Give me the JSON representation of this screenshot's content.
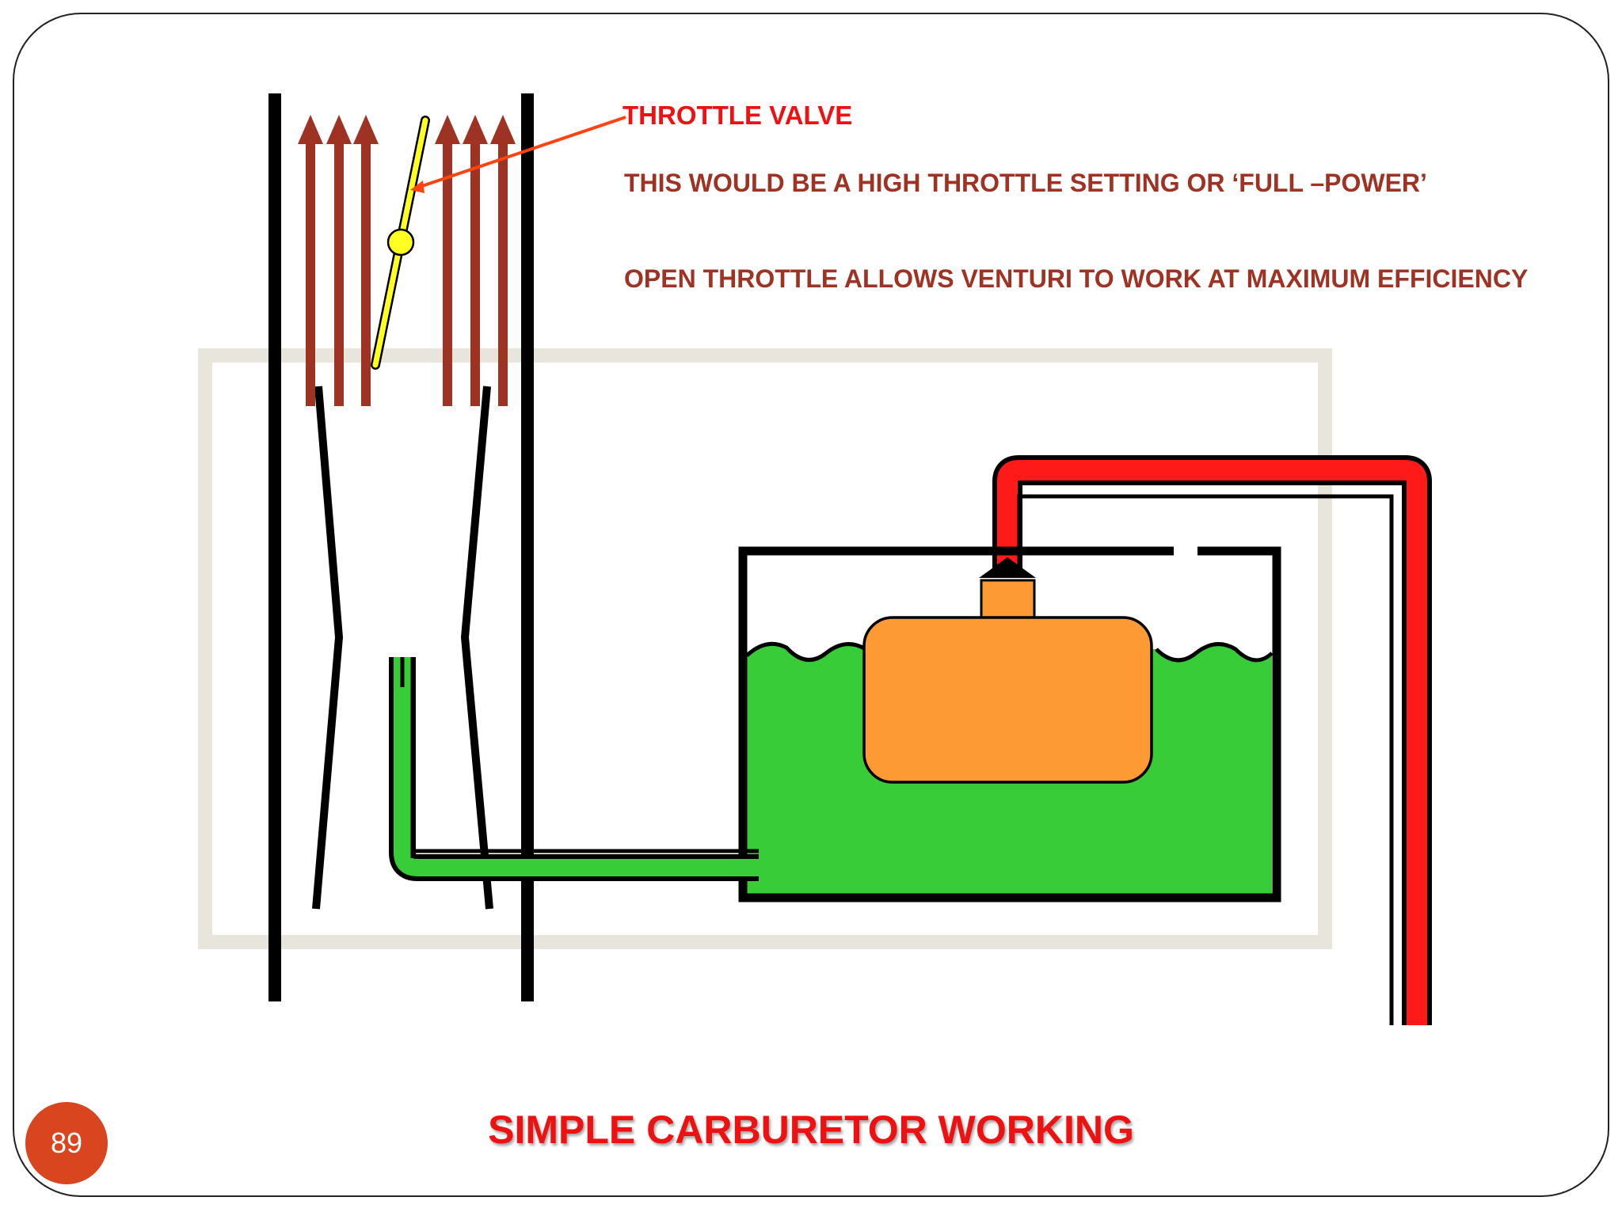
{
  "labels": {
    "throttle_valve": "THROTTLE VALVE",
    "note_high_throttle": "THIS WOULD BE A HIGH THROTTLE SETTING OR ‘FULL –POWER’",
    "note_venturi": "OPEN THROTTLE ALLOWS VENTURI TO WORK AT MAXIMUM EFFICIENCY"
  },
  "slide": {
    "title": "SIMPLE CARBURETOR WORKING",
    "page_number": "89"
  },
  "colors": {
    "airflow_arrows": "#9e3324",
    "fuel": "#38cc38",
    "float": "#fd9a34",
    "fuel_line": "#ff1a1a",
    "throttle_plate": "#ffff22",
    "title": "#ee1111",
    "note_text": "#9e3324",
    "badge": "#d9451f",
    "pointer_line": "#ff4411"
  }
}
